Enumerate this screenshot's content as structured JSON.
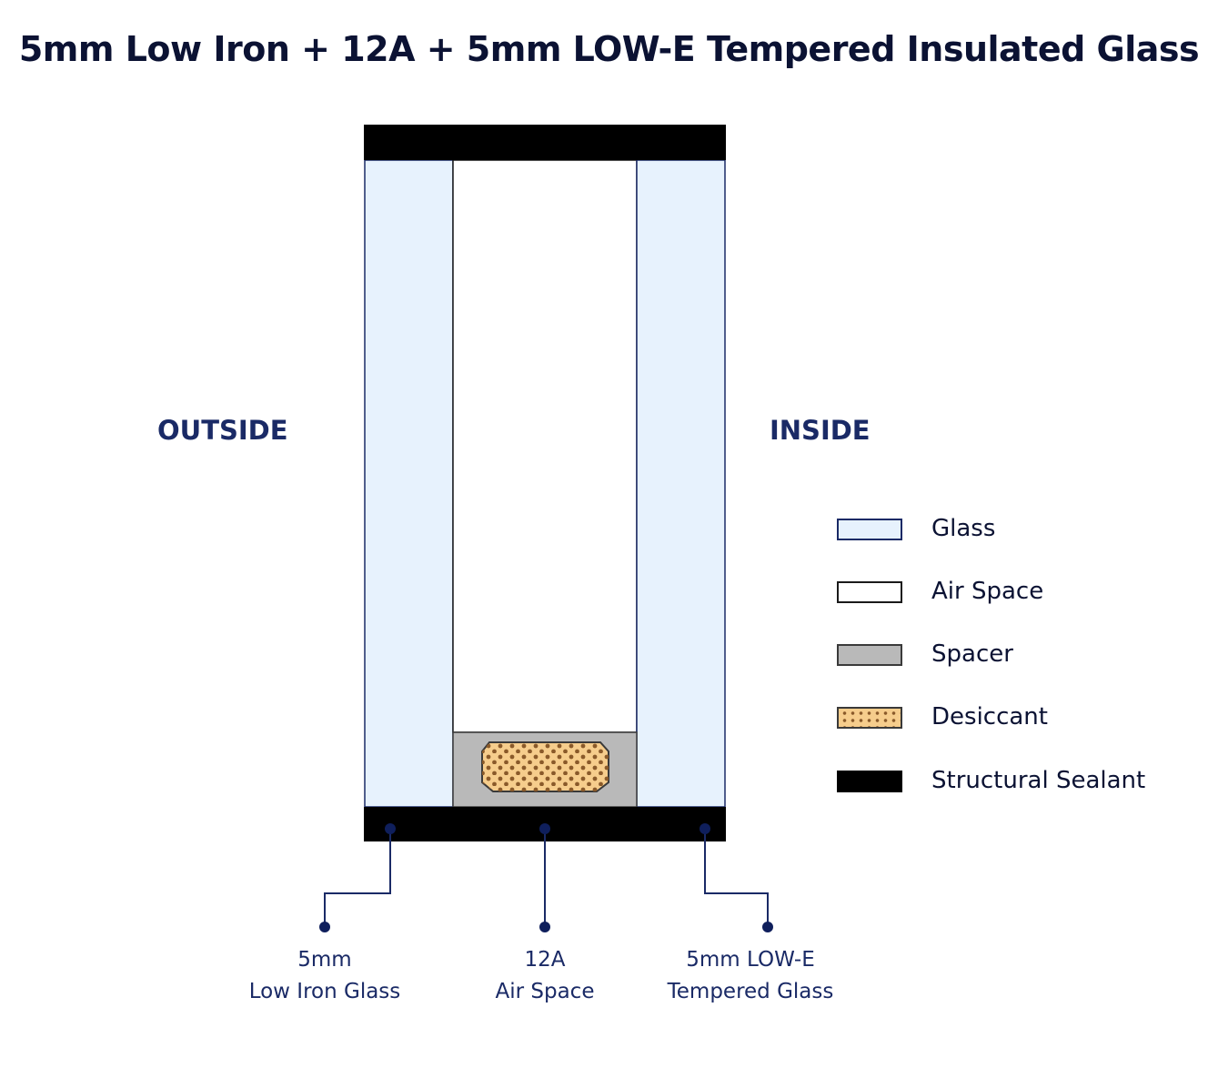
{
  "title": "5mm Low Iron + 12A + 5mm LOW-E Tempered Insulated Glass",
  "sides": {
    "outside": "OUTSIDE",
    "inside": "INSIDE"
  },
  "callouts": [
    {
      "line1": "5mm",
      "line2": "Low Iron Glass"
    },
    {
      "line1": "12A",
      "line2": "Air Space"
    },
    {
      "line1": "5mm LOW-E",
      "line2": "Tempered Glass"
    }
  ],
  "legend": [
    {
      "label": "Glass",
      "icon": "glass-swatch",
      "color": "#e7f2fd"
    },
    {
      "label": "Air Space",
      "icon": "air-space-swatch",
      "color": "#ffffff"
    },
    {
      "label": "Spacer",
      "icon": "spacer-swatch",
      "color": "#b9b9b9"
    },
    {
      "label": "Desiccant",
      "icon": "desiccant-swatch",
      "color": "#f6cd8c"
    },
    {
      "label": "Structural Sealant",
      "icon": "structural-sealant-swatch",
      "color": "#000000"
    }
  ],
  "colors": {
    "glass": "#e7f2fd",
    "air": "#ffffff",
    "spacer": "#b9b9b9",
    "desiccant": "#f6cd8c",
    "desiccant_dots": "#8a5a2a",
    "sealant": "#000000",
    "callout_line": "#1a2a66"
  }
}
